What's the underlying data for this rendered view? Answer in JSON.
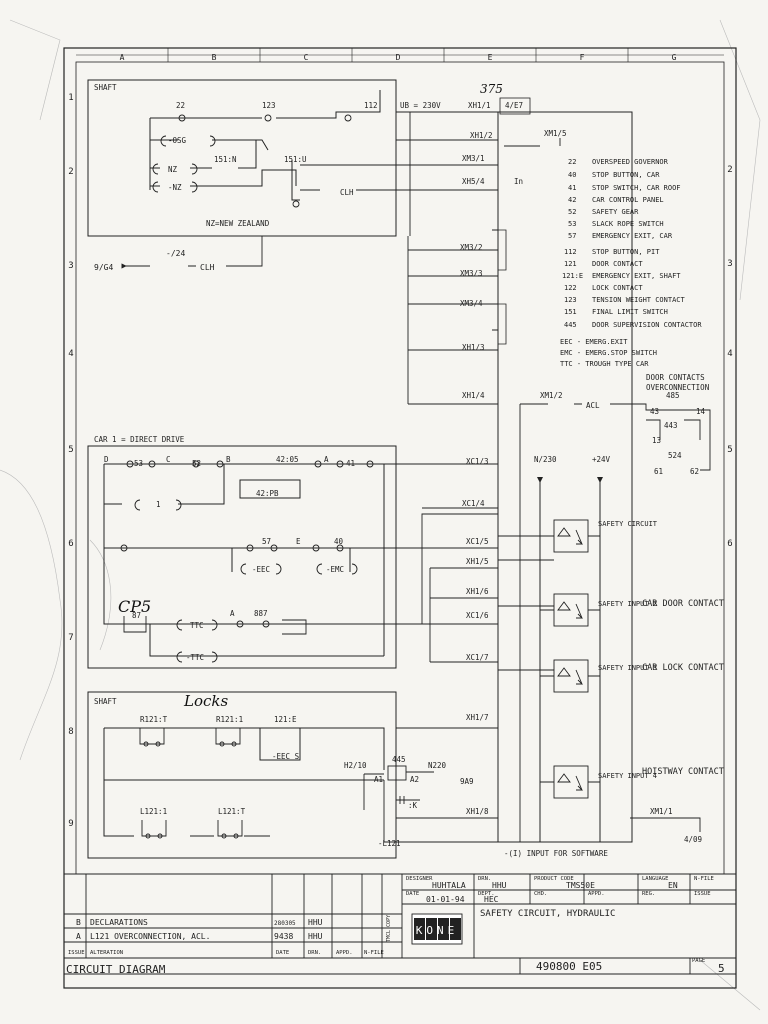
{
  "border": {
    "columns": [
      "A",
      "B",
      "C",
      "D",
      "E",
      "F",
      "G"
    ],
    "rows": [
      "1",
      "2",
      "3",
      "4",
      "5",
      "6",
      "7",
      "8",
      "9"
    ]
  },
  "top_scribble": "375",
  "shaft_box": {
    "title": "SHAFT",
    "contacts": {
      "c22": "22",
      "c123": "123",
      "c112": "112",
      "osg": "-OSG",
      "nz1": "NZ",
      "nz2": "-NZ",
      "c151n": "151:N",
      "c151u": "151:U"
    },
    "note": "NZ=NEW ZEALAND"
  },
  "supply": {
    "ub": "UB = 230V",
    "xh11": "XH1/1",
    "ref": "4/E7",
    "xh12": "XH1/2",
    "xm15": "XM1/5",
    "xm31": "XM3/1",
    "xh54": "XH5/4",
    "in": "In",
    "clh": "CLH"
  },
  "left_ref": {
    "ref": "9/G4",
    "num": "-/24",
    "clh": "CLH"
  },
  "mid_terminals": {
    "xm32": "XM3/2",
    "xm33": "XM3/3",
    "xm34": "XM3/4",
    "xh13": "XH1/3",
    "xh14": "XH1/4"
  },
  "legend": [
    {
      "code": "22",
      "desc": "OVERSPEED GOVERNOR"
    },
    {
      "code": "40",
      "desc": "STOP BUTTON, CAR"
    },
    {
      "code": "41",
      "desc": "STOP SWITCH, CAR ROOF"
    },
    {
      "code": "42",
      "desc": "CAR CONTROL PANEL"
    },
    {
      "code": "52",
      "desc": "SAFETY GEAR"
    },
    {
      "code": "53",
      "desc": "SLACK ROPE SWITCH"
    },
    {
      "code": "57",
      "desc": "EMERGENCY EXIT, CAR"
    },
    {
      "code": "112",
      "desc": "STOP BUTTON, PIT"
    },
    {
      "code": "121",
      "desc": "DOOR CONTACT"
    },
    {
      "code": "121:E",
      "desc": "EMERGENCY EXIT, SHAFT"
    },
    {
      "code": "122",
      "desc": "LOCK CONTACT"
    },
    {
      "code": "123",
      "desc": "TENSION WEIGHT CONTACT"
    },
    {
      "code": "151",
      "desc": "FINAL LIMIT SWITCH"
    },
    {
      "code": "445",
      "desc": "DOOR SUPERVISION CONTACTOR"
    }
  ],
  "abbrev": [
    "EEC - EMERG.EXIT",
    "EMC - EMERG.STOP SWITCH",
    "TTC - TROUGH TYPE CAR"
  ],
  "overconnection": {
    "title1": "DOOR CONTACTS",
    "title2": "OVERCONNECTION",
    "xm12": "XM1/2",
    "acl": "ACL",
    "c485": "485",
    "c43": "43",
    "c14": "14",
    "c443": "443",
    "c13": "13",
    "c524": "524",
    "c61": "61",
    "c62": "62"
  },
  "car_box": {
    "title": "CAR  1 = DIRECT DRIVE",
    "nodes": {
      "D": "D",
      "C": "C",
      "B": "B",
      "A": "A",
      "E": "E"
    },
    "contacts": {
      "c53": "53",
      "c52": "52",
      "c4205": "42:05",
      "c41": "41",
      "c1": "1",
      "c42pb": "42:PB",
      "c57": "57",
      "c40": "40",
      "eec": "-EEC",
      "emc": "-EMC",
      "c87": "87",
      "ttc": "TTC",
      "a2": "A",
      "c887": "887",
      "ttc2": "-TTC"
    },
    "handwritten": "CP5"
  },
  "car_terminals": {
    "xc13": "XC1/3",
    "xc14": "XC1/4",
    "xc15": "XC1/5",
    "xh15": "XH1/5",
    "xh16": "XH1/6",
    "xc16": "XC1/6",
    "xc17": "XC1/7"
  },
  "rails": {
    "n230": "N/230",
    "p24": "+24V"
  },
  "inputs": [
    {
      "label": "SAFETY CIRCUIT"
    },
    {
      "label": "SAFETY INPUT 2",
      "note": "CAR DOOR CONTACT"
    },
    {
      "label": "SAFETY INPUT 3",
      "note": "CAR LOCK CONTACT"
    },
    {
      "label": "SAFETY INPUT 4",
      "note": "HOISTWAY CONTACT"
    }
  ],
  "locks_box": {
    "title": "SHAFT",
    "handwritten": "Locks",
    "contacts": {
      "r121t": "R121:T",
      "r1211": "R121:1",
      "e121": "121:E",
      "eecs": "-EEC S",
      "l1211": "L121:1",
      "l121t": "L121:T"
    }
  },
  "relay": {
    "h278": "H2/10",
    "c445": "445",
    "a1": "A1",
    "a2": "A2",
    "n220": "N220",
    "k": ":K",
    "a9": "9A9",
    "l121": "-L121"
  },
  "lower_terminals": {
    "xh17": "XH1/7",
    "xh18": "XH1/8",
    "xm11": "XM1/1",
    "ref": "4/09"
  },
  "input_note": "-(I) INPUT FOR SOFTWARE",
  "title_block": {
    "designer_h": "DESIGNER",
    "designer": "HUHTALA",
    "drn_h": "DRN.",
    "drn": "HHU",
    "product_h": "PRODUCT CODE",
    "product": "TMS50E",
    "lang_h": "LANGUAGE",
    "lang": "EN",
    "nfile_h": "N-FILE",
    "date_h": "DATE",
    "date": "01-01-94",
    "dept_h": "DEPT.",
    "dept": "HEC",
    "chk_h": "CHD.",
    "appd_h": "APPD.",
    "reg_h": "REG.",
    "issue_h": "ISSUE",
    "title": "SAFETY CIRCUIT, HYDRAULIC",
    "brand": "KONE",
    "drawing_no": "490800 E05",
    "page_h": "PAGE",
    "page": "5",
    "caption": "CIRCUIT DIAGRAM",
    "tmcl": "TMCL COPY"
  },
  "revisions": [
    {
      "issue": "B",
      "alteration": "DECLARATIONS",
      "date": "280305",
      "drn": "HHU"
    },
    {
      "issue": "A",
      "alteration": "L121 OVERCONNECTION, ACL.",
      "date": "9438",
      "drn": "HHU"
    }
  ],
  "revision_headers": {
    "issue": "ISSUE",
    "alteration": "ALTERATION",
    "date": "DATE",
    "drn": "DRN.",
    "appd": "APPD.",
    "nfile": "N-FILE"
  }
}
